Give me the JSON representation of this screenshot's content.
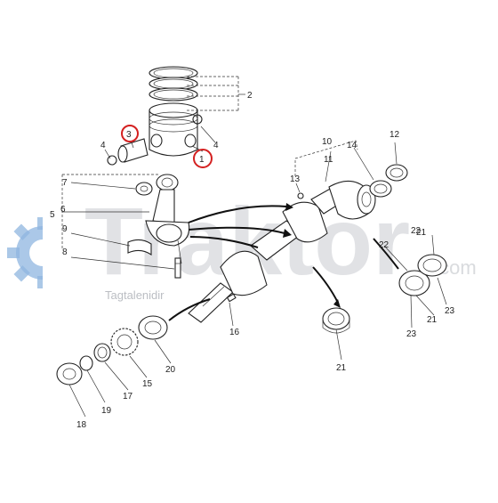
{
  "watermark": {
    "brand": "Traktor",
    "suffix": ".com",
    "tagline": "Tagtalenidir"
  },
  "callouts": [
    "1",
    "2",
    "3",
    "4",
    "4",
    "5",
    "6",
    "7",
    "8",
    "9",
    "10",
    "11",
    "12",
    "13",
    "14",
    "15",
    "16",
    "17",
    "18",
    "19",
    "20",
    "21",
    "21",
    "21",
    "22",
    "22",
    "23",
    "23"
  ],
  "highlighted": [
    "1",
    "3"
  ],
  "colors": {
    "highlight": "#d42020",
    "ink": "#222222",
    "watermark": "#c9ccd1",
    "gear": "#8fb6e0"
  }
}
